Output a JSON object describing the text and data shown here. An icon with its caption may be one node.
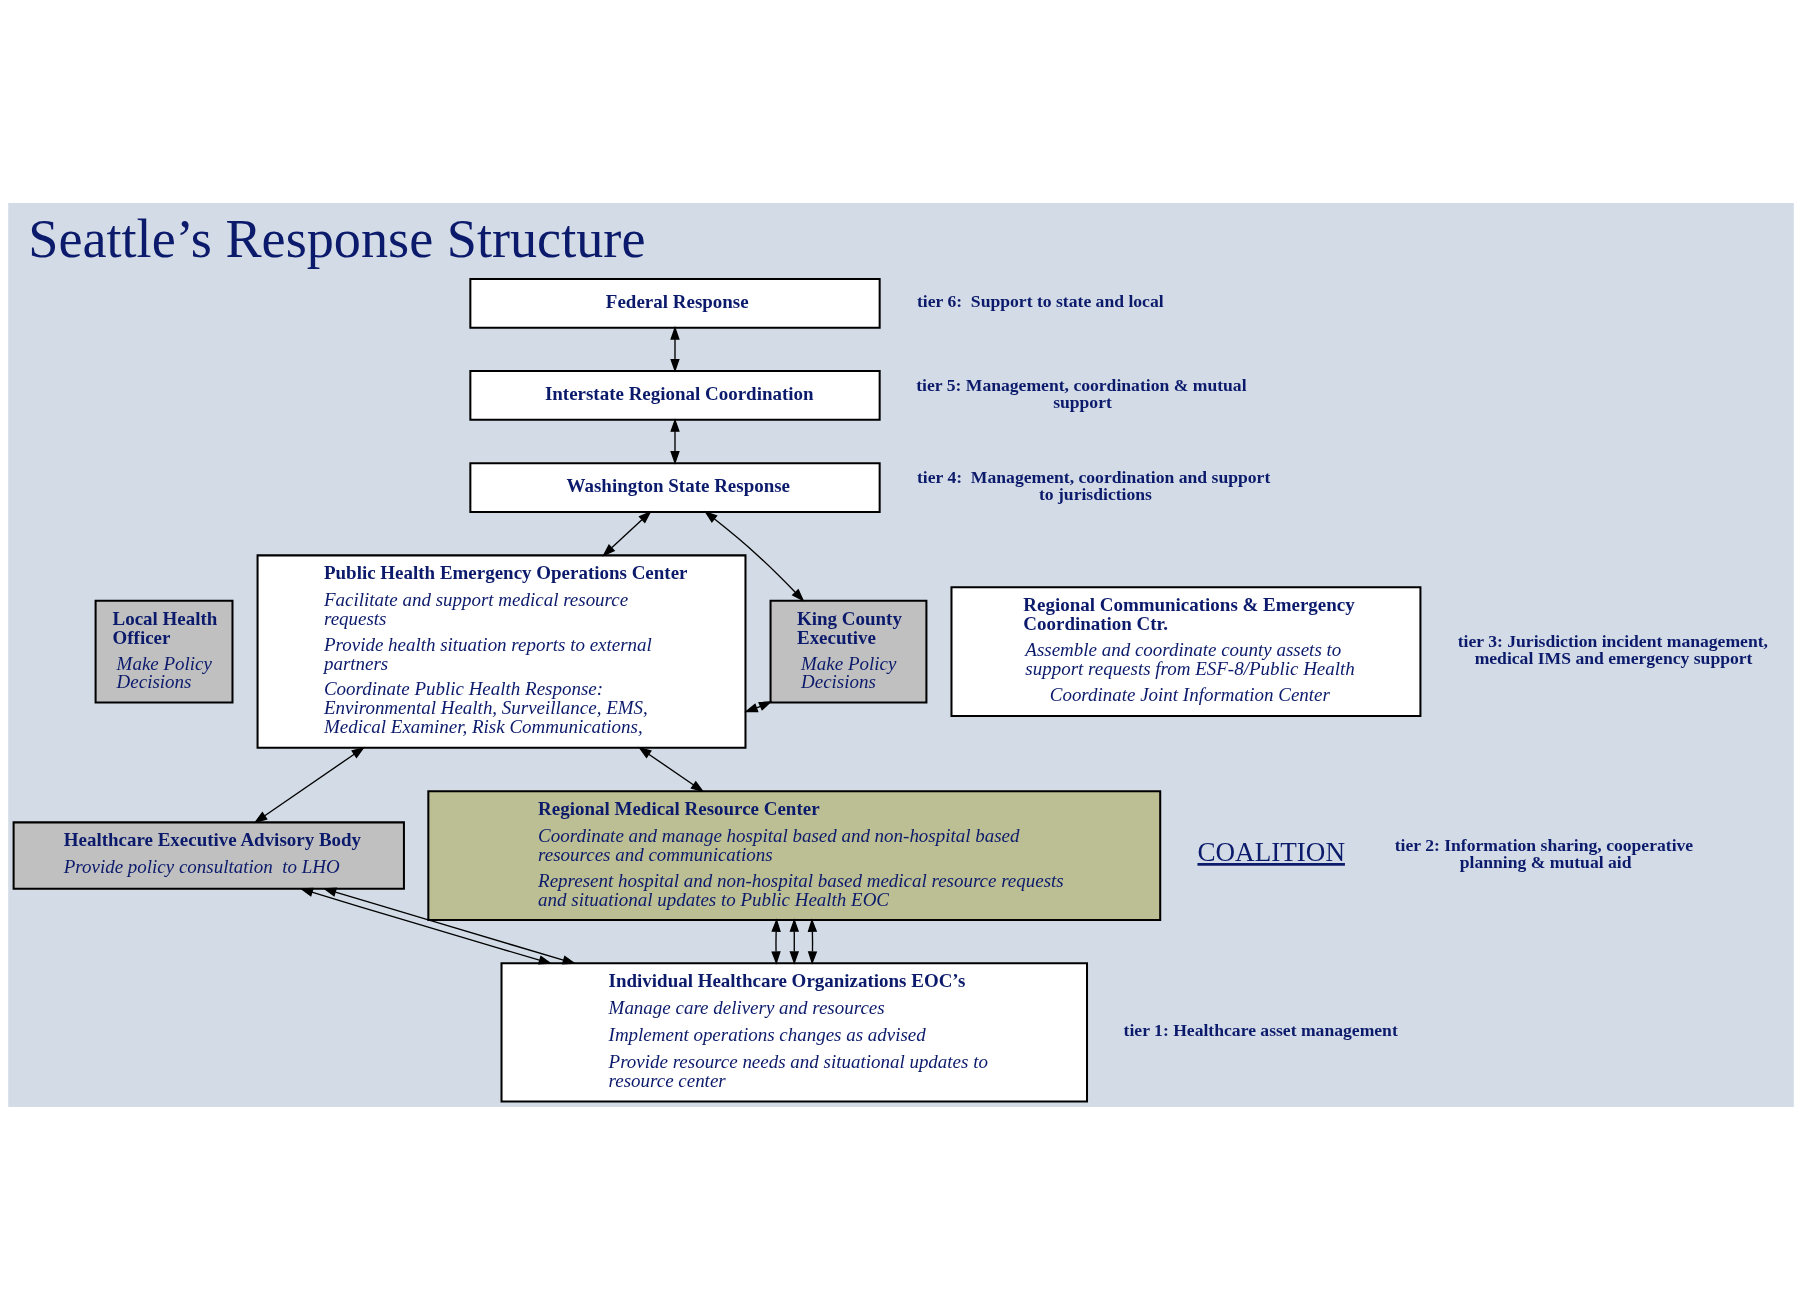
{
  "diagram": {
    "title": "Seattle’s Response Structure",
    "nodes": [
      {
        "text": [
          "Federal Response"
        ]
      },
      {
        "text": [
          "Interstate Regional Coordination"
        ]
      },
      {
        "text": [
          "Washington State Response"
        ]
      },
      {
        "text": [
          "Local Health Officer",
          "Make Policy Decisions"
        ]
      },
      {
        "text": [
          "Public Health Emergency Operations Center",
          "Facilitate and support medical resource requests",
          "Provide health situation reports to external partners",
          "Coordinate Public Health Response: Environmental Health, Surveillance, EMS, Medical Examiner, Risk Communications,"
        ]
      },
      {
        "text": [
          "King County Executive",
          "Make Policy Decisions"
        ]
      },
      {
        "text": [
          "Regional Communications & Emergency Coordination Ctr.",
          "Assemble and coordinate county assets to support requests from ESF-8/Public Health",
          "Coordinate Joint Information Center"
        ]
      },
      {
        "text": [
          "Healthcare Executive Advisory Body",
          "Provide policy consultation  to LHO"
        ]
      },
      {
        "text": [
          "Regional Medical Resource Center",
          "Coordinate and manage hospital based and non-hospital based  resources and communications",
          "Represent hospital and non-hospital based medical resource requests and situational updates to Public Health EOC"
        ]
      },
      {
        "text": [
          "Individual Healthcare Organizations EOC’s",
          "Manage care delivery and resources",
          "Implement operations changes as advised",
          "Provide resource needs and situational updates to resource center"
        ]
      }
    ],
    "edges": [
      {
        "from": 0,
        "to": 1,
        "arrow": "both"
      },
      {
        "from": 1,
        "to": 2,
        "arrow": "both"
      },
      {
        "from": 2,
        "to": 4,
        "arrow": "both"
      },
      {
        "from": 2,
        "to": 5,
        "arrow": "both"
      },
      {
        "from": 4,
        "to": 5,
        "arrow": "both"
      },
      {
        "from": 4,
        "to": 7,
        "arrow": "both"
      },
      {
        "from": 4,
        "to": 8,
        "arrow": "both"
      },
      {
        "from": 7,
        "to": 9,
        "arrow": "both"
      },
      {
        "from": 7,
        "to": 9,
        "arrow": "both"
      },
      {
        "from": 8,
        "to": 9,
        "arrow": "both"
      },
      {
        "from": 8,
        "to": 9,
        "arrow": "both"
      },
      {
        "from": 8,
        "to": 9,
        "arrow": "both"
      }
    ],
    "labels": [
      "tier 6:  Support to state and local",
      "tier 5: Management, coordination & mutual support",
      "tier 4:  Management, coordination and support to jurisdictions",
      "tier 3: Jurisdiction incident management, medical IMS and emergency support",
      "COALITION",
      "tier 2: Information sharing, cooperative planning & mutual aid",
      "tier 1: Healthcare asset management"
    ]
  }
}
